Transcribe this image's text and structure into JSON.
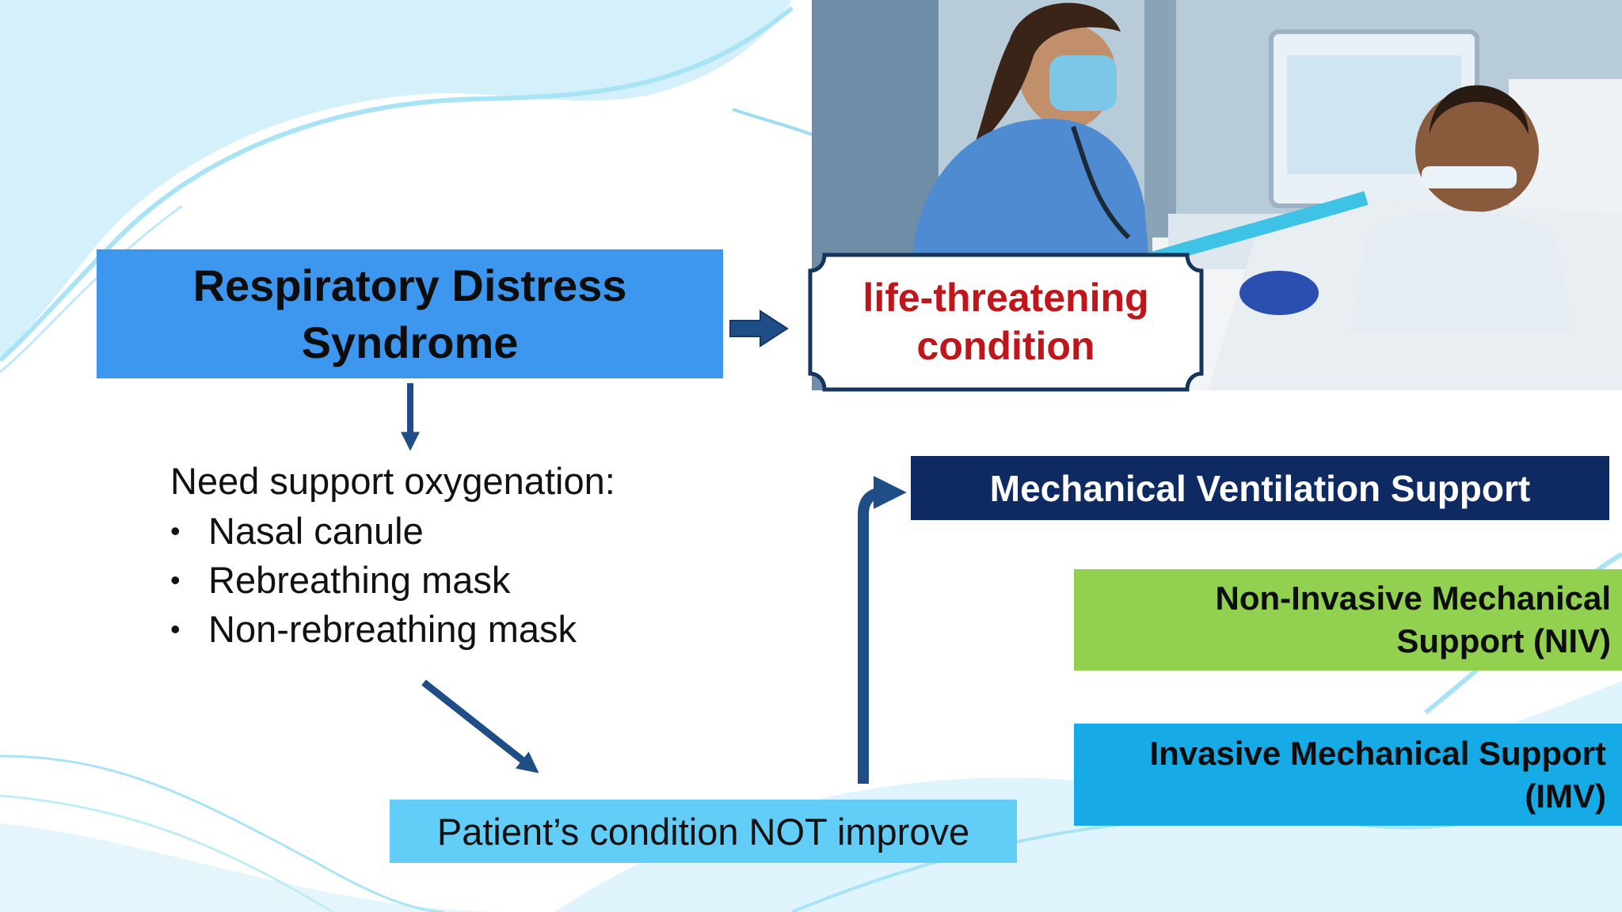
{
  "diagram": {
    "main_condition": "Respiratory Distress Syndrome",
    "severity": "life-threatening condition",
    "oxygen_support": {
      "heading": "Need support oxygenation:",
      "items": [
        "Nasal canule",
        "Rebreathing mask",
        "Non-rebreathing mask"
      ]
    },
    "no_improvement": "Patient’s condition NOT improve",
    "mechanical_ventilation": {
      "title": "Mechanical Ventilation Support",
      "options": [
        "Non-Invasive Mechanical Support (NIV)",
        "Invasive Mechanical Support (IMV)"
      ]
    }
  },
  "colors": {
    "main_box": "#3d97ee",
    "severity_text": "#c0161b",
    "arrow": "#1f4e86",
    "mvs_box": "#0f2a63",
    "niv_box": "#92d050",
    "imv_box": "#16aae6",
    "patient_box": "#62cdf6",
    "background_wave": "#cdeefa"
  },
  "icons": {
    "photo": "icu-nurse-patient-ventilator-photo"
  }
}
